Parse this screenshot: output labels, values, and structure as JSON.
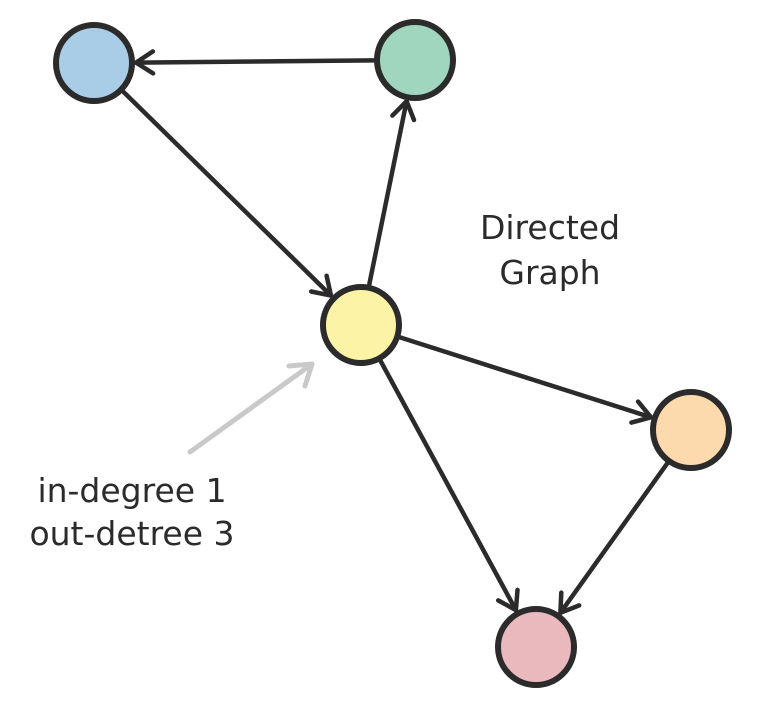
{
  "title": {
    "line1": "Directed",
    "line2": "Graph"
  },
  "annotation": {
    "line1": "in-degree 1",
    "line2": "out-detree 3"
  },
  "colors": {
    "stroke": "#2b2b2b",
    "annotation_arrow": "#c9c9c9",
    "blue": "#a9cde6",
    "green": "#9fd6bd",
    "yellow": "#fdf3a6",
    "orange": "#fdd9ae",
    "pink": "#e9b9bd"
  },
  "nodes": [
    {
      "id": "blue",
      "color": "blue"
    },
    {
      "id": "green",
      "color": "green"
    },
    {
      "id": "yellow",
      "color": "yellow"
    },
    {
      "id": "orange",
      "color": "orange"
    },
    {
      "id": "pink",
      "color": "pink"
    }
  ],
  "edges": [
    {
      "from": "green",
      "to": "blue"
    },
    {
      "from": "blue",
      "to": "yellow"
    },
    {
      "from": "yellow",
      "to": "green"
    },
    {
      "from": "yellow",
      "to": "orange"
    },
    {
      "from": "yellow",
      "to": "pink"
    },
    {
      "from": "orange",
      "to": "pink"
    }
  ]
}
